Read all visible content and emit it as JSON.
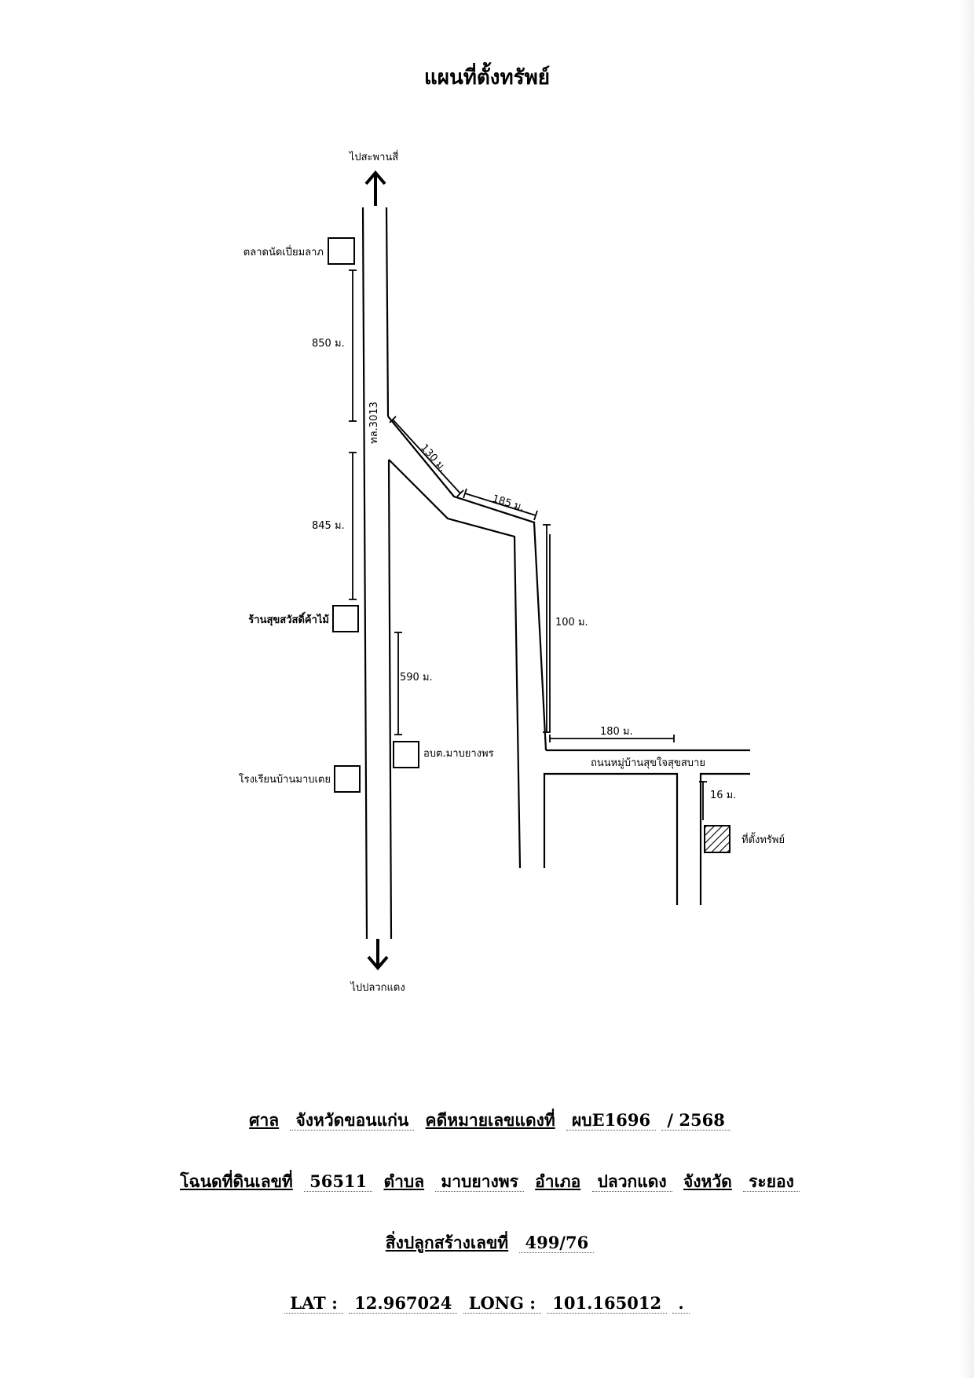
{
  "title": "แผนที่ตั้งทรัพย์",
  "map": {
    "north_direction": "ไปสะพานสี่",
    "south_direction": "ไปปลวกแดง",
    "main_road": "ทล.3013",
    "side_road": "ถนนหมู่บ้านสุขใจสุขสบาย",
    "landmarks": {
      "market": "ตลาดนัดเปี่ยมลาภ",
      "shop": "ร้านสุขสวัสดิ์ค้าไม้",
      "school": "โรงเรียนบ้านมาบเตย",
      "office": "อบต.มาบยางพร",
      "property": "ที่ตั้งทรัพย์"
    },
    "distances": {
      "d850": "850 ม.",
      "d845": "845 ม.",
      "d590": "590 ม.",
      "d130": "130 ม.",
      "d185": "185 ม.",
      "d100": "100 ม.",
      "d180": "180 ม.",
      "d16": "16 ม."
    }
  },
  "footer": {
    "court_label": "ศาล",
    "court_name": "จังหวัดขอนแก่น",
    "case_label": "คดีหมายเลขแดงที่",
    "case_number": "ผบE1696",
    "case_year": "/ 2568",
    "deed_label": "โฉนดที่ดินเลขที่",
    "deed_number": "56511",
    "subdistrict_label": "ตำบล",
    "subdistrict": "มาบยางพร",
    "district_label": "อำเภอ",
    "district": "ปลวกแดง",
    "province_label": "จังหวัด",
    "province": "ระยอง",
    "building_label": "สิ่งปลูกสร้างเลขที่",
    "building_number": "499/76",
    "lat_label": "LAT :",
    "lat": "12.967024",
    "long_label": "LONG :",
    "long": "101.165012",
    "end_mark": "."
  }
}
